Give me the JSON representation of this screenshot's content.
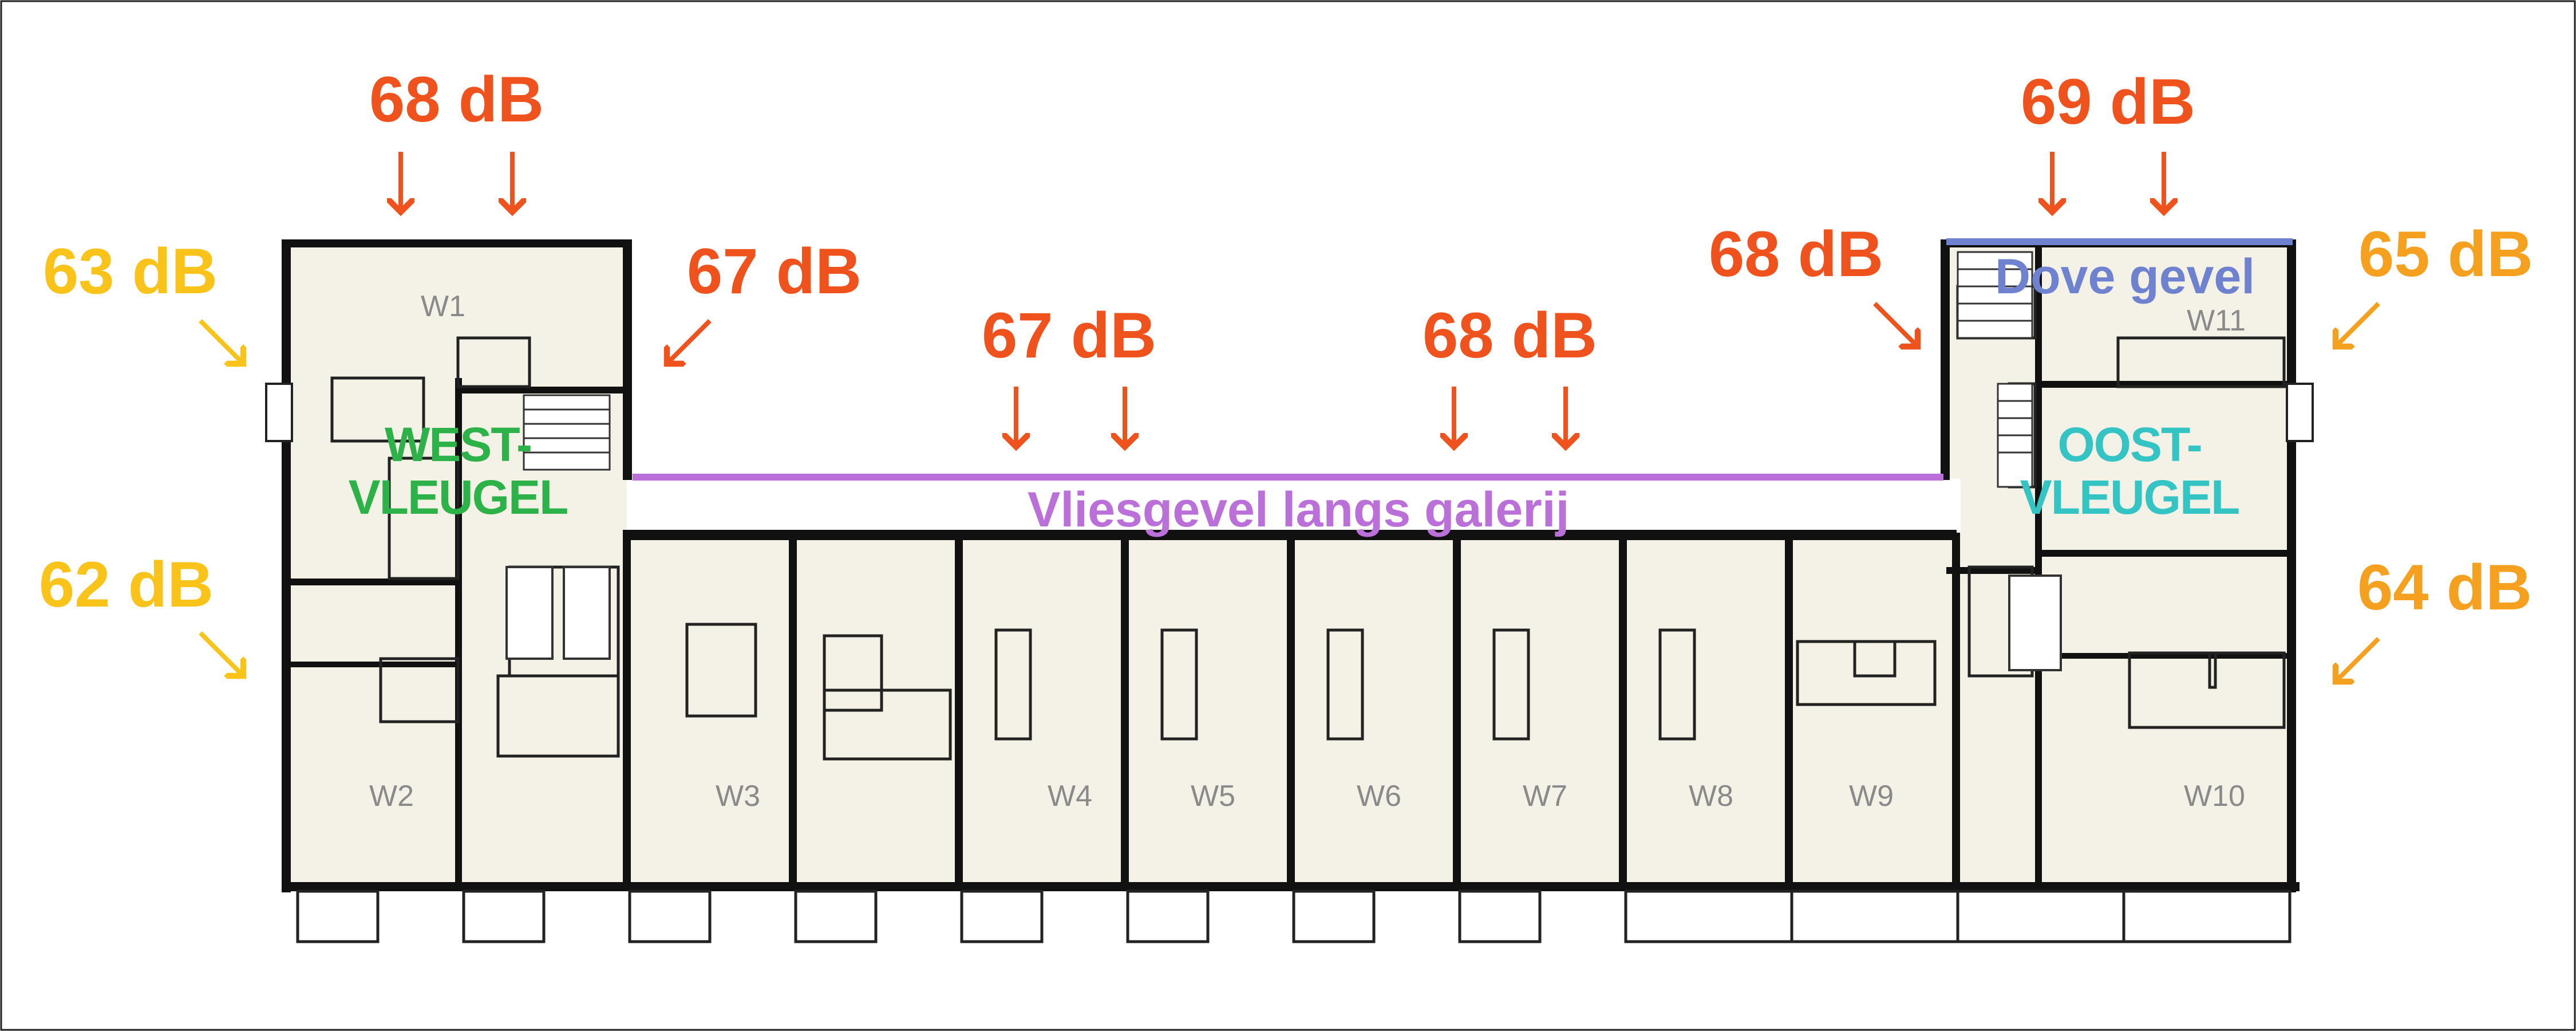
{
  "colors": {
    "red": "#f0521e",
    "orange": "#f5a01e",
    "yellow": "#f9c31a",
    "green": "#2db24a",
    "teal": "#35c4c4",
    "purple": "#bb6fd8",
    "blue": "#6f82d0",
    "floor": "#f4f1e6",
    "wall": "#111111"
  },
  "noise_labels": {
    "west_north": "68 dB",
    "west_east": "67 dB",
    "west_left_upper": "63 dB",
    "west_left_lower": "62 dB",
    "gallery_left": "67 dB",
    "gallery_right": "68 dB",
    "east_west": "68 dB",
    "east_north": "69 dB",
    "east_right_upper": "65 dB",
    "east_right_lower": "64 dB"
  },
  "wings": {
    "west_line1": "WEST-",
    "west_line2": "VLEUGEL",
    "east_line1": "OOST-",
    "east_line2": "VLEUGEL"
  },
  "facades": {
    "curtain_wall": "Vliesgevel langs galerij",
    "blind_facade": "Dove gevel"
  },
  "units": [
    "W1",
    "W2",
    "W3",
    "W4",
    "W5",
    "W6",
    "W7",
    "W8",
    "W9",
    "W10",
    "W11"
  ],
  "icons": [
    "arrow-down-icon",
    "arrow-down-right-icon",
    "arrow-down-left-icon"
  ]
}
